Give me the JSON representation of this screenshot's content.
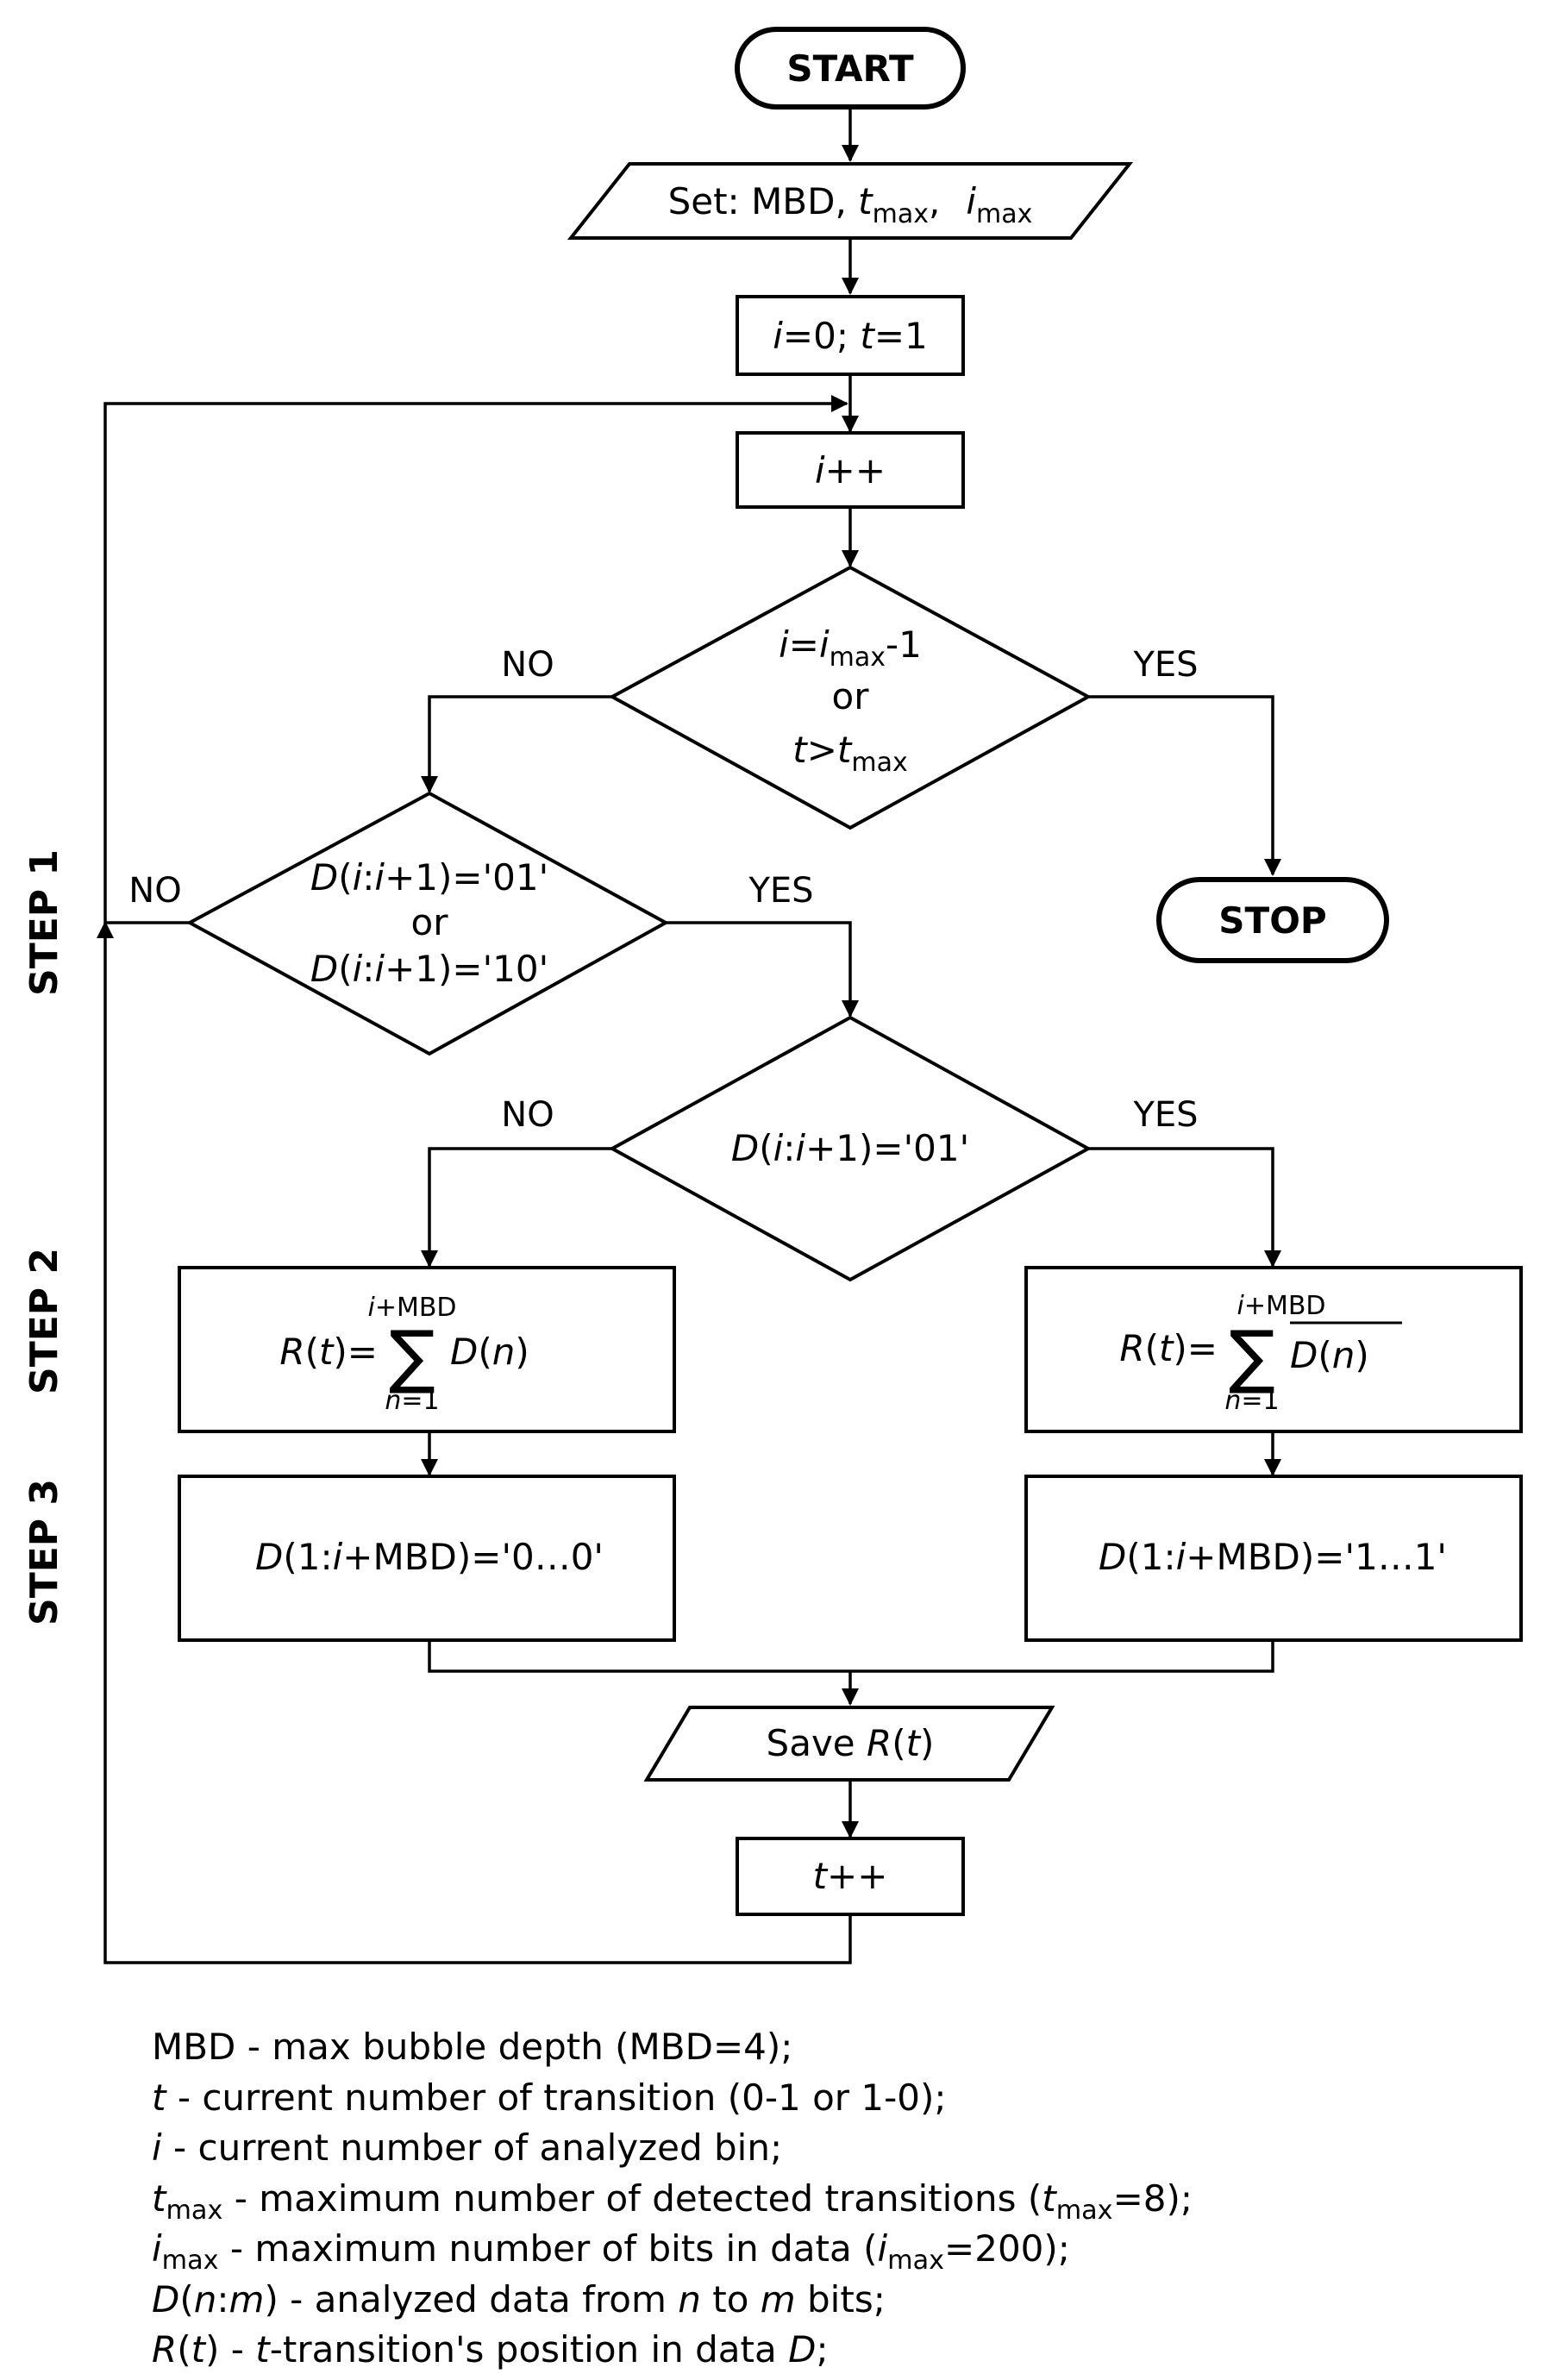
{
  "start": {
    "label": "START"
  },
  "set_input": {
    "prefix": "Set: MBD, ",
    "t": "t",
    "max": "max",
    "sep": ",",
    "i": "i"
  },
  "init": {
    "i": "i",
    "eq0": "=0; ",
    "t": "t",
    "eq1": "=1"
  },
  "increment_i": {
    "i": "i",
    "op": "++"
  },
  "decision_stop": {
    "i": "i",
    "eq": "=",
    "imax_i": "i",
    "max": "max",
    "minus1": "-1",
    "or": "or",
    "t": "t",
    "gt": ">",
    "tmax_t": "t"
  },
  "decision_transition": {
    "line1": {
      "D": "D",
      "open": "(",
      "i1": "i",
      "colon": ":",
      "i2": "i",
      "rest": "+1)='01'"
    },
    "or": "or",
    "line2": {
      "D": "D",
      "open": "(",
      "i1": "i",
      "colon": ":",
      "i2": "i",
      "rest": "+1)='10'"
    }
  },
  "decision_type": {
    "D": "D",
    "open": "(",
    "i1": "i",
    "colon": ":",
    "i2": "i",
    "rest": "+1)='01'"
  },
  "branch_labels": {
    "no": "NO",
    "yes": "YES"
  },
  "stop": {
    "label": "STOP"
  },
  "formula_left": {
    "R": "R",
    "open": "(",
    "t": "t",
    "close_eq": ")=",
    "D": "D",
    "n_open": "(",
    "n": "n",
    "n_close": ")",
    "upper_i": "i",
    "upper_rest": "+MBD",
    "lower_n": "n",
    "lower_rest": "=1",
    "sigma": "∑"
  },
  "formula_right": {
    "R": "R",
    "open": "(",
    "t": "t",
    "close_eq": ")=",
    "D": "D",
    "n_open": "(",
    "n": "n",
    "n_close": ")",
    "upper_i": "i",
    "upper_rest": "+MBD",
    "lower_n": "n",
    "lower_rest": "=1",
    "sigma": "∑"
  },
  "reset_left": {
    "D": "D",
    "mid": "(1:",
    "i": "i",
    "rest": "+MBD)='0…0'"
  },
  "reset_right": {
    "D": "D",
    "mid": "(1:",
    "i": "i",
    "rest": "+MBD)='1…1'"
  },
  "save": {
    "prefix": "Save ",
    "R": "R",
    "open": "(",
    "t": "t",
    "close": ")"
  },
  "increment_t": {
    "t": "t",
    "op": "++"
  },
  "steps": {
    "step1": "STEP 1",
    "step2": "STEP 2",
    "step3": "STEP 3"
  },
  "legend": {
    "l1": "MBD - max bubble depth (MBD=4);",
    "l2_v": "t",
    "l2": " - current number of transition (0-1 or 1-0);",
    "l3_v": "i",
    "l3": " - current number of analyzed bin;",
    "l4_v": "t",
    "l4_sub": "max",
    "l4": " - maximum number of detected transitions (",
    "l4_v2": "t",
    "l4_sub2": "max",
    "l4_end": "=8);",
    "l5_v": "i",
    "l5_sub": "max",
    "l5": " - maximum number of bits in data (",
    "l5_v2": "i",
    "l5_sub2": "max",
    "l5_end": "=200);",
    "l6_v": "D",
    "l6_a": "(",
    "l6_n": "n",
    "l6_b": ":",
    "l6_m": "m",
    "l6_c": ") - analyzed data from ",
    "l6_n2": "n",
    "l6_d": " to ",
    "l6_m2": "m",
    "l6_e": " bits;",
    "l7_v": "R",
    "l7_a": "(",
    "l7_t": "t",
    "l7_b": ") - ",
    "l7_t2": "t",
    "l7_c": "-transition's position in data ",
    "l7_D": "D",
    "l7_d": ";"
  }
}
